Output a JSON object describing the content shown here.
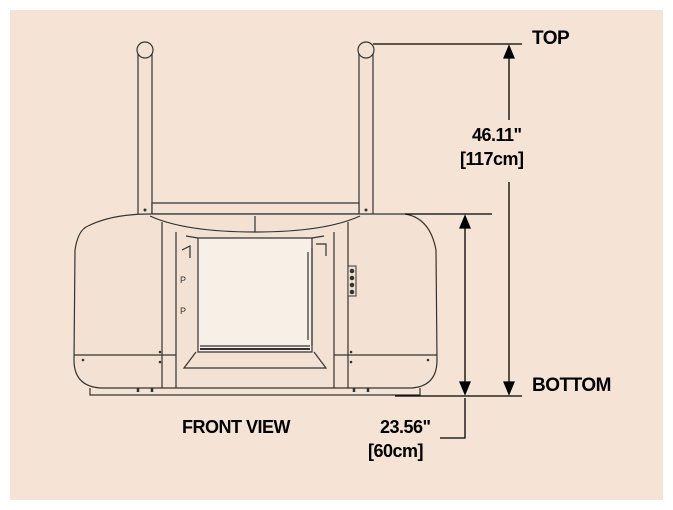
{
  "labels": {
    "top": "TOP",
    "bottom": "BOTTOM",
    "view_name": "FRONT VIEW",
    "overall_height_in": "46.11\"",
    "overall_height_cm": "[117cm]",
    "body_height_in": "23.56\"",
    "body_height_cm": "[60cm]"
  },
  "colors": {
    "background": "#f5e4d5",
    "body_fill": "#f3e2d3",
    "line": "#333333"
  },
  "side_markings": [
    "P",
    "P"
  ]
}
